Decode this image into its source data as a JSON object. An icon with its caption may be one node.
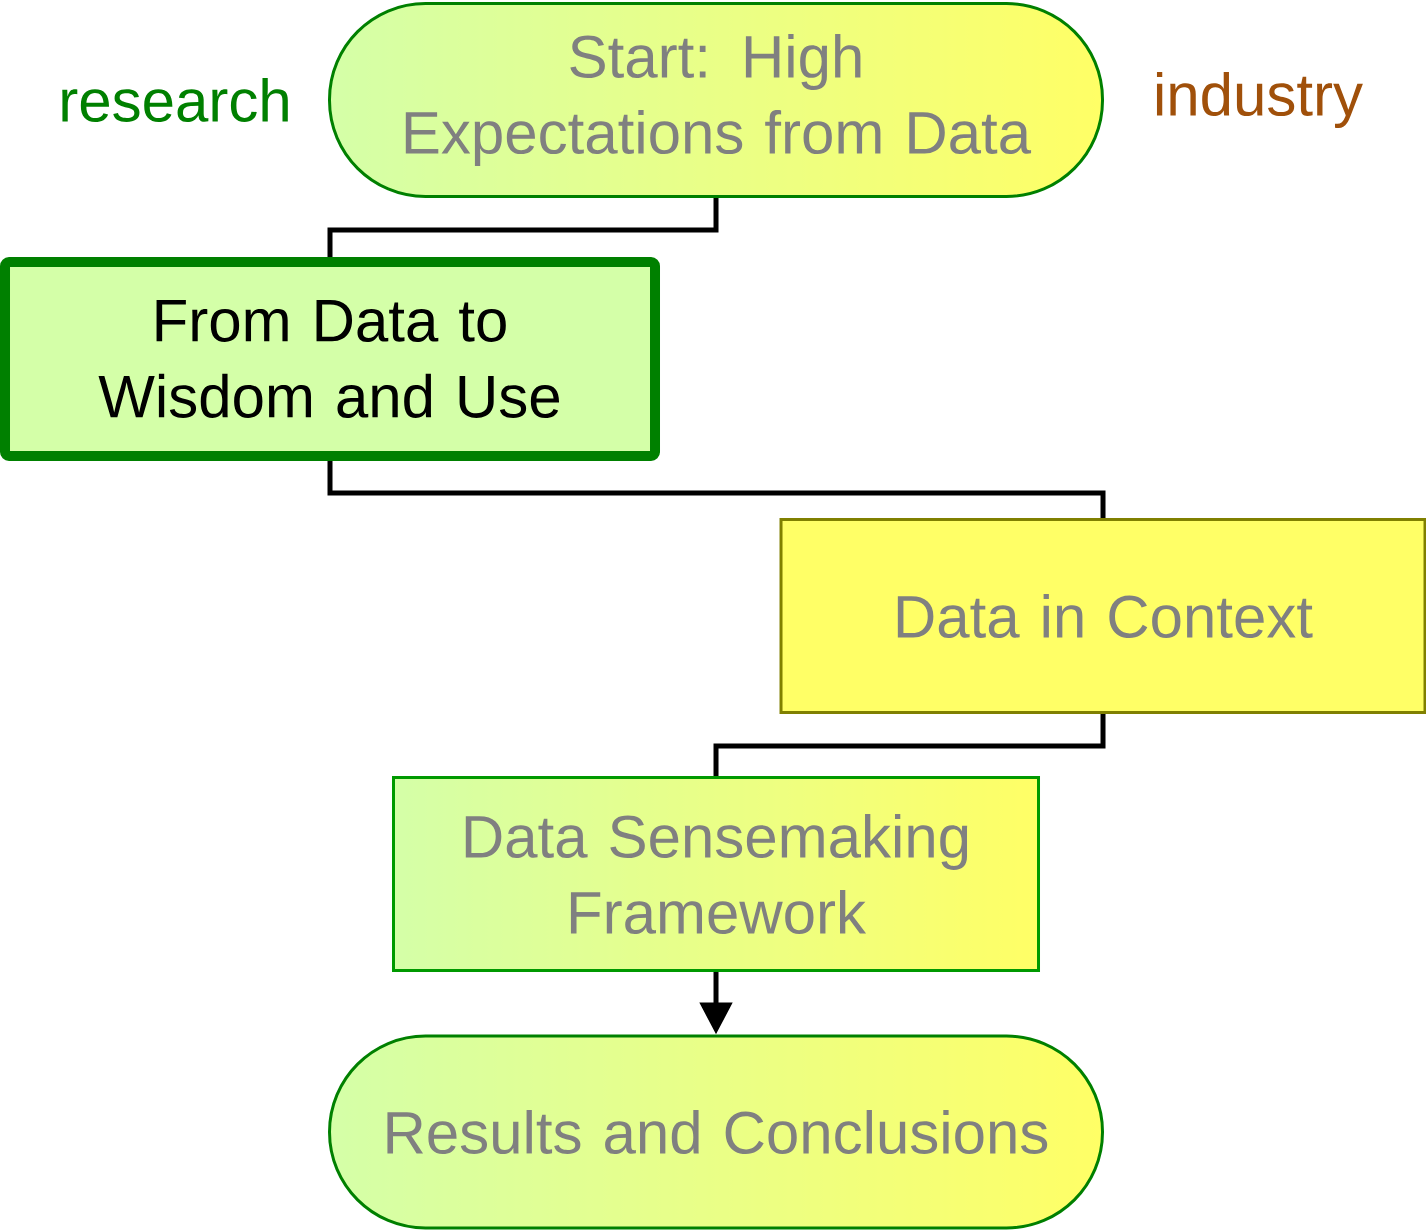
{
  "diagram": {
    "nodes": [
      {
        "text": [
          "Start: High Expectations from Data"
        ]
      },
      {
        "text": [
          "From Data to Wisdom and Use"
        ]
      },
      {
        "text": [
          "Data in Context"
        ]
      },
      {
        "text": [
          "Data Sensemaking Framework"
        ]
      },
      {
        "text": [
          "Results and Conclusions"
        ]
      }
    ],
    "edges": [
      {
        "from": 0,
        "to": 1,
        "arrow": "none"
      },
      {
        "from": 1,
        "to": 2,
        "arrow": "none"
      },
      {
        "from": 2,
        "to": 3,
        "arrow": "none"
      },
      {
        "from": 3,
        "to": 4,
        "arrow": "to"
      }
    ],
    "labels": [
      "research",
      "industry"
    ]
  }
}
